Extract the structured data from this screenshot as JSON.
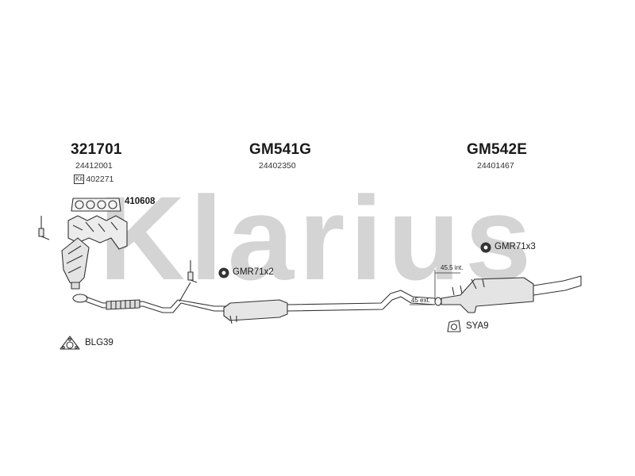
{
  "watermark": {
    "text": "Klarius",
    "color": "#c8c8c8"
  },
  "sections": {
    "front": {
      "part_number": "321701",
      "oem_number": "24412001",
      "kit_label": "Kit",
      "kit_number": "402271"
    },
    "middle": {
      "part_number": "GM541G",
      "oem_number": "24402350"
    },
    "rear": {
      "part_number": "GM542E",
      "oem_number": "24401467"
    }
  },
  "accessories": {
    "gasket": {
      "code": "410608"
    },
    "mount_middle": {
      "code": "GMR71x2"
    },
    "mount_rear": {
      "code": "GMR71x3"
    },
    "flange": {
      "code": "BLG39"
    },
    "clamp": {
      "code": "SYA9"
    }
  },
  "dimensions": {
    "internal": "45.5 int.",
    "external": "45 ext."
  },
  "colors": {
    "line": "#333333",
    "fill": "#e8e8e8",
    "text": "#1a1a1a"
  }
}
